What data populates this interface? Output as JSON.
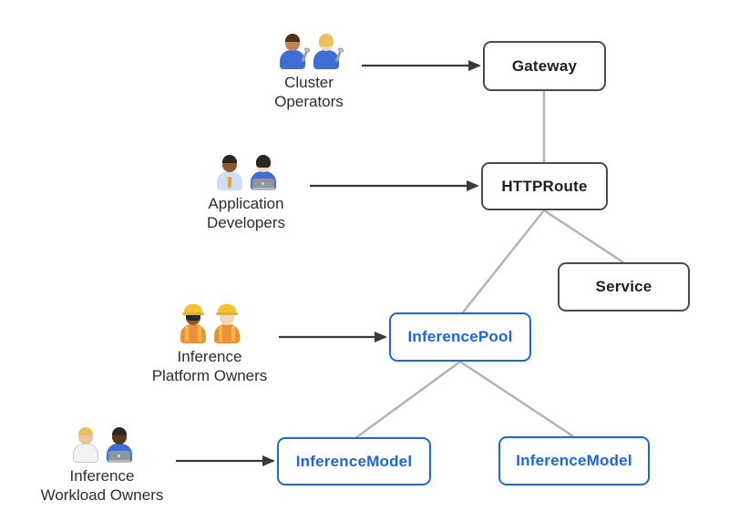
{
  "colors": {
    "background": "#ffffff",
    "core_node_border": "#4b4b4b",
    "core_node_text": "#1f1f1f",
    "extension_node_border": "#1b66e8",
    "extension_node_text": "#1b66e8",
    "connector_line": "#b3b3b3",
    "persona_arrow": "#3a3a3a",
    "persona_label_text": "#2d2d2d"
  },
  "personas": [
    {
      "id": "cluster-operators",
      "label": "Cluster\nOperators",
      "icons": [
        "man-mechanic-emoji",
        "woman-mechanic-emoji"
      ],
      "emoji": "👨🏽‍🔧 👩🏼‍🔧",
      "points_to": "Gateway"
    },
    {
      "id": "application-developers",
      "label": "Application\nDevelopers",
      "icons": [
        "man-office-worker-emoji",
        "woman-technologist-emoji"
      ],
      "emoji": "👨🏾‍💼 👩🏻‍💻",
      "points_to": "HTTPRoute"
    },
    {
      "id": "inference-platform-owners",
      "label": "Inference\nPlatform Owners",
      "icons": [
        "woman-construction-worker-emoji",
        "man-construction-worker-emoji"
      ],
      "emoji": "👷🏾‍♀️ 👷🏻‍♂️",
      "points_to": "InferencePool"
    },
    {
      "id": "inference-workload-owners",
      "label": "Inference\nWorkload Owners",
      "icons": [
        "health-worker-emoji",
        "man-technologist-emoji"
      ],
      "emoji": "🧑🏼‍⚕️ 👨🏿‍💻",
      "points_to": "InferenceModel"
    }
  ],
  "nodes": [
    {
      "id": "gateway",
      "label": "Gateway",
      "category": "core"
    },
    {
      "id": "httproute",
      "label": "HTTPRoute",
      "category": "core"
    },
    {
      "id": "service",
      "label": "Service",
      "category": "core"
    },
    {
      "id": "inferencepool",
      "label": "InferencePool",
      "category": "extension"
    },
    {
      "id": "inferencemodel-1",
      "label": "InferenceModel",
      "category": "extension"
    },
    {
      "id": "inferencemodel-2",
      "label": "InferenceModel",
      "category": "extension"
    }
  ],
  "edges": [
    {
      "from": "gateway",
      "to": "httproute",
      "type": "line"
    },
    {
      "from": "httproute",
      "to": "inferencepool",
      "type": "line"
    },
    {
      "from": "httproute",
      "to": "service",
      "type": "line"
    },
    {
      "from": "inferencepool",
      "to": "inferencemodel-1",
      "type": "line"
    },
    {
      "from": "inferencepool",
      "to": "inferencemodel-2",
      "type": "line"
    },
    {
      "from": "cluster-operators",
      "to": "gateway",
      "type": "arrow"
    },
    {
      "from": "application-developers",
      "to": "httproute",
      "type": "arrow"
    },
    {
      "from": "inference-platform-owners",
      "to": "inferencepool",
      "type": "arrow"
    },
    {
      "from": "inference-workload-owners",
      "to": "inferencemodel-1",
      "type": "arrow"
    }
  ]
}
